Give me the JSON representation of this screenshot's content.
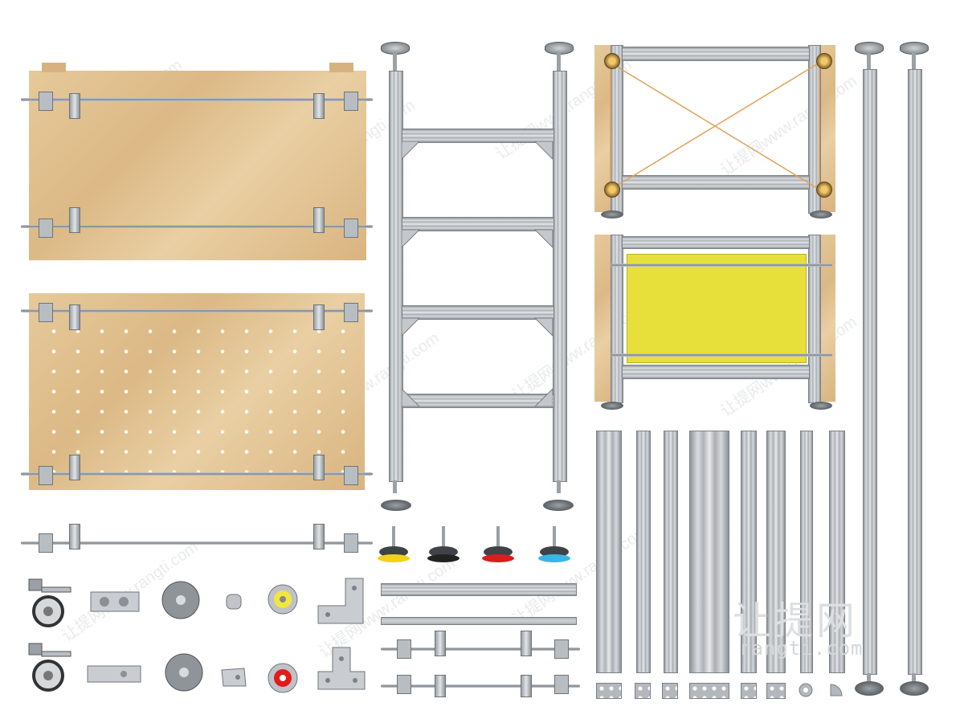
{
  "watermark": {
    "logo_text": "让提网",
    "url_text": "rangti.com",
    "diagonal_text": "让提网www.rangti.com"
  },
  "colors": {
    "wood": "#dcb986",
    "aluminum": "#b3b8bd",
    "panel_yellow": "#e8e03a",
    "belt": "#e2a15a",
    "foot_yellow": "#f2d21b",
    "foot_black": "#222222",
    "foot_red": "#d81e1e",
    "foot_blue": "#38b6e6",
    "knob_yellow": "#f3e640",
    "knob_red": "#e21b1b"
  },
  "icons": {
    "leveling_foot": "leveling-foot-icon",
    "caster": "caster-wheel-icon",
    "pulley": "pulley-icon",
    "extrusion": "aluminum-extrusion-icon"
  }
}
